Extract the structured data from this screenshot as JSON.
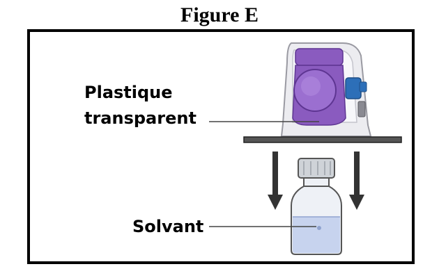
{
  "figure": {
    "title": "Figure E",
    "labels": {
      "plastic": [
        "Plastique",
        "transparent"
      ],
      "solvent": "Solvant"
    },
    "colors": {
      "purple": "#8a5bbf",
      "purple_dark": "#6b3fa0",
      "blue_tab": "#2d6fb8",
      "plastic_gray": "#d7d7dc",
      "platform": "#555555",
      "vial_glass": "#eef1f6",
      "liquid": "#c7d3ee",
      "cap_gray": "#cfd3d8"
    },
    "icons": [
      "down-arrow-icon",
      "down-arrow-icon"
    ]
  }
}
